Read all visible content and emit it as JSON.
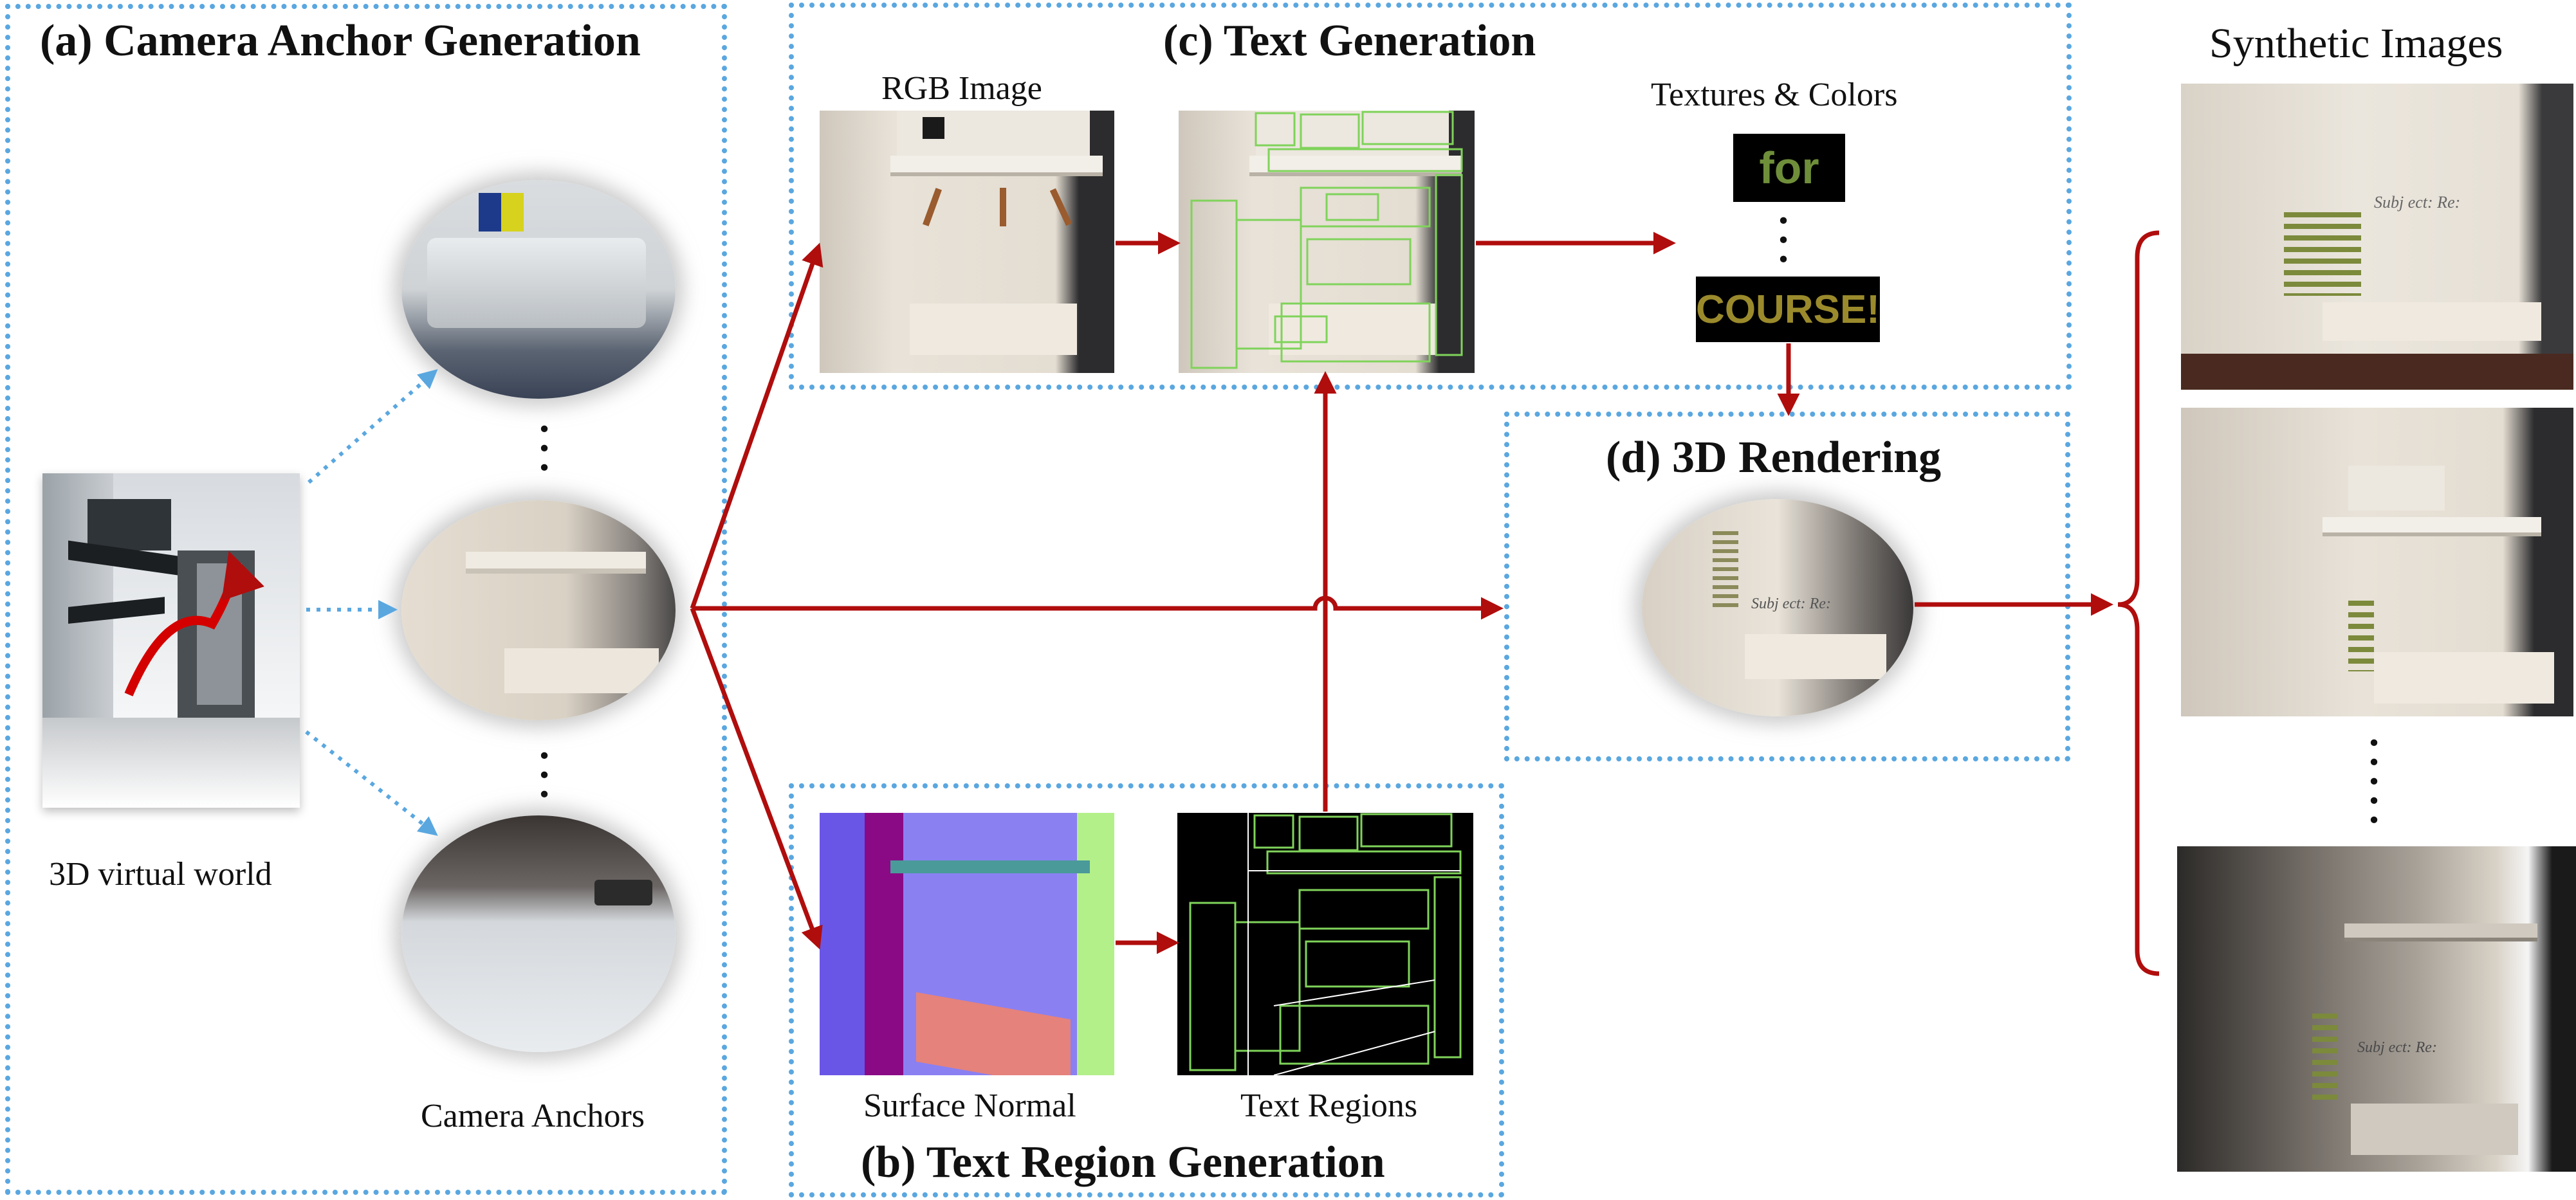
{
  "panels": {
    "a_title": "(a) Camera Anchor Generation",
    "b_title": "(b) Text Region Generation",
    "c_title": "(c) Text Generation",
    "d_title": "(d) 3D Rendering"
  },
  "labels": {
    "virtual_world": "3D virtual world",
    "camera_anchors": "Camera Anchors",
    "rgb_image": "RGB Image",
    "textures_colors": "Textures & Colors",
    "surface_normal": "Surface Normal",
    "text_regions": "Text Regions",
    "synthetic_images": "Synthetic Images"
  },
  "textures": {
    "sample1": "for",
    "sample2": "COURSE!"
  },
  "colors": {
    "panel_border": "#5aa7e0",
    "arrow_main": "#b00d0d",
    "arrow_dotted": "#5aa7e0",
    "region_lines": "#7fd35a"
  }
}
